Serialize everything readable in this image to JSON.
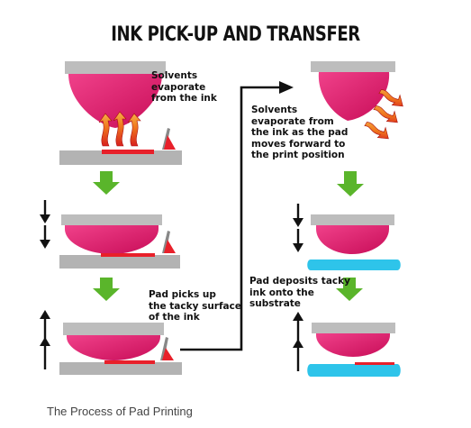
{
  "title": "INK PICK-UP AND TRANSFER",
  "labels": {
    "solvents_evaporate": [
      "Solvents",
      "evaporate",
      "from the ink"
    ],
    "pad_picks_up": [
      "Pad picks up",
      "the tacky surface",
      "of the ink"
    ],
    "solvents_pad_moves": [
      "Solvents",
      "evaporate from",
      "the ink as the pad",
      "moves forward to",
      "the print position"
    ],
    "pad_deposits": [
      "Pad deposits tacky",
      "ink onto the",
      "substrate"
    ]
  },
  "caption": "The Process of Pad Printing",
  "colors": {
    "pad": "#e8166e",
    "plate": "#b3b3b3",
    "pad_holder": "#bdbdbd",
    "ink": "#e8202a",
    "arrow_green": "#5ab52b",
    "substrate": "#2ec4ea",
    "heat_orange": "#f0801e"
  }
}
